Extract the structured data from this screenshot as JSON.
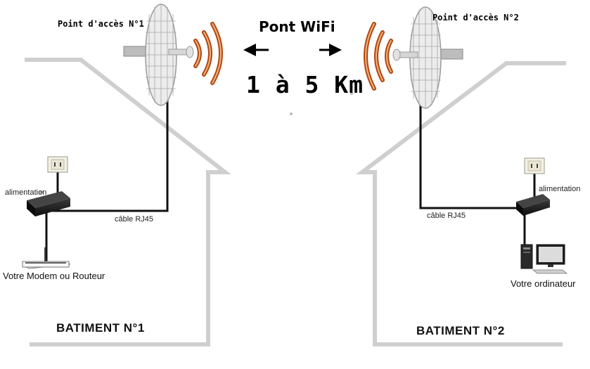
{
  "labels": {
    "ap1": "Point d'accès N°1",
    "ap2": "Point d'accès N°2",
    "title": "Pont WiFi",
    "distance": "1 à 5 Km",
    "power1": "alimentation",
    "power2": "alimentation",
    "cable1": "câble RJ45",
    "cable2": "câble RJ45",
    "modem": "Votre Modem ou Routeur",
    "computer": "Votre ordinateur",
    "building1": "BATIMENT N°1",
    "building2": "BATIMENT N°2"
  },
  "colors": {
    "house_outline": "#cfcfcf",
    "cable": "#111111",
    "wifi_wave_outer": "#a5400d",
    "wifi_wave_inner": "#e8a068",
    "antenna": "#d8d8d8",
    "arrow": "#000000"
  },
  "icons": [
    "grid-antenna-icon",
    "wifi-waves-icon",
    "wall-outlet-icon",
    "poe-injector-icon",
    "modem-router-icon",
    "desktop-computer-icon",
    "arrow-left-icon",
    "arrow-right-icon"
  ]
}
